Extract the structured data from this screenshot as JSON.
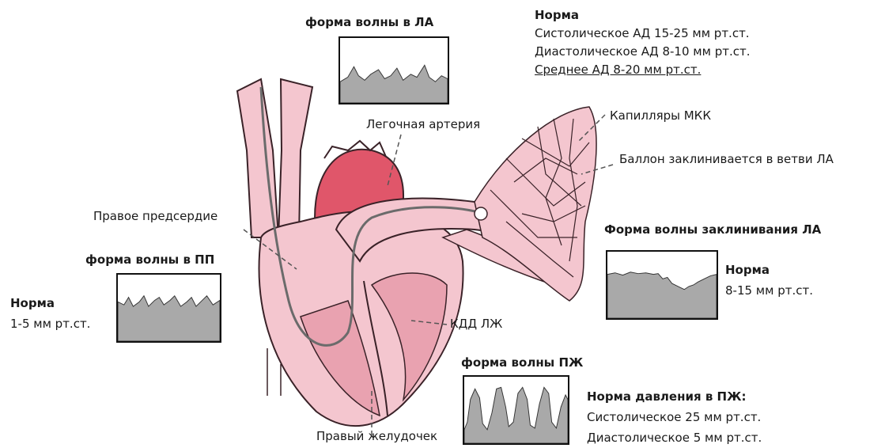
{
  "la_wave": {
    "title": "форма волны в ЛА"
  },
  "la_norm": {
    "title": "Норма",
    "lines": [
      "Систолическое АД 15-25 мм рт.ст.",
      "Диастолическое АД 8-10 мм рт.ст.",
      "Среднее АД 8-20 мм рт.ст."
    ]
  },
  "labels": {
    "pulmonary_artery": "Легочная артерия",
    "capillaries": "Капилляры МКК",
    "balloon": "Баллон заклинивается в ветви ЛА",
    "right_atrium": "Правое предсердие",
    "lvedp": "КДД ЛЖ",
    "right_ventricle": "Правый желудочек"
  },
  "pp_wave": {
    "title": "форма волны в ПП"
  },
  "pp_norm": {
    "title": "Норма",
    "value": "1-5 мм рт.ст."
  },
  "wedge_wave": {
    "title": "Форма волны заклинивания ЛА"
  },
  "wedge_norm": {
    "title": "Норма",
    "value": "8-15 мм рт.ст."
  },
  "rv_wave": {
    "title": "форма волны ПЖ"
  },
  "rv_norm": {
    "title": "Норма давления в ПЖ:",
    "lines": [
      "Систолическое 25 мм рт.ст.",
      "Диастолическое 5 мм рт.ст."
    ]
  },
  "colors": {
    "heart_light": "#f4c6cf",
    "heart_mid": "#e9a2b0",
    "aorta": "#e0566a",
    "trace_fill": "#a9a9a9",
    "outline": "#3a2228"
  }
}
